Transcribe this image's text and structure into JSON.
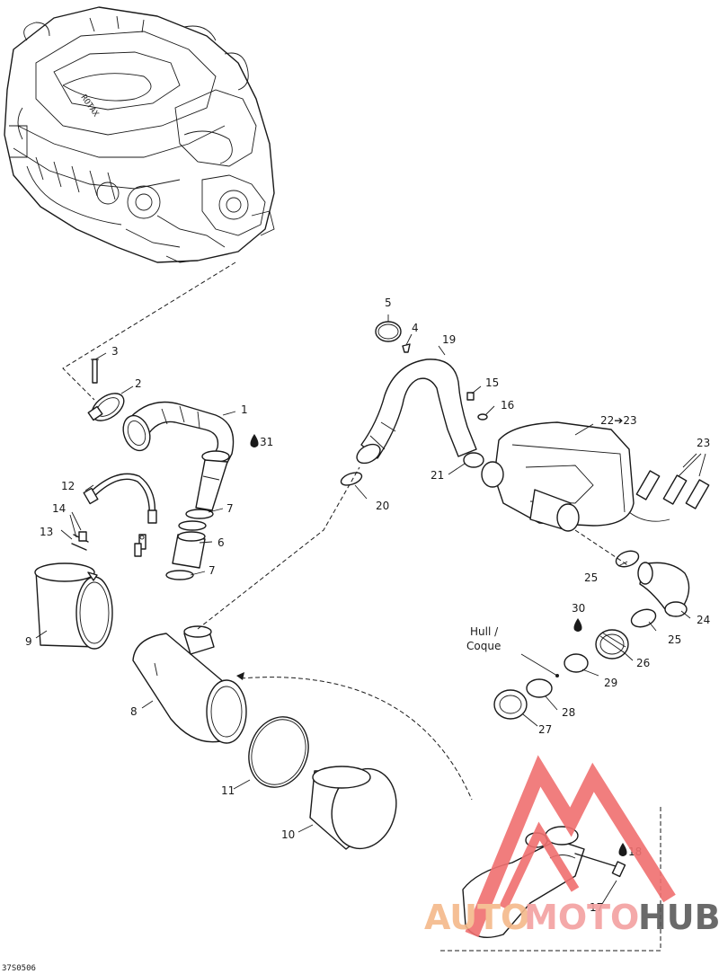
{
  "callouts": {
    "c1": "1",
    "c2": "2",
    "c3": "3",
    "c4": "4",
    "c5": "5",
    "c6": "6",
    "c7a": "7",
    "c7b": "7",
    "c8": "8",
    "c9": "9",
    "c10": "10",
    "c11": "11",
    "c12": "12",
    "c13": "13",
    "c14": "14",
    "c15": "15",
    "c16": "16",
    "c17": "17",
    "c18": "18",
    "c19": "19",
    "c20": "20",
    "c21": "21",
    "c22": "22➔23",
    "c23": "23",
    "c24": "24",
    "c25a": "25",
    "c25b": "25",
    "c26": "26",
    "c27": "27",
    "c28": "28",
    "c29": "29",
    "c30": "30",
    "c31": "31"
  },
  "hull_label": {
    "line1": "Hull /",
    "line2": "Coque"
  },
  "reference_code": "37S0506",
  "watermark": {
    "auto": "AUTO",
    "moto": "MOTO",
    "hub": "HUB",
    "colors": {
      "auto": "#f5b98a",
      "moto": "#f3a0a0",
      "hub": "#5a5a5a",
      "triangle": "#f07070"
    }
  },
  "icons": {
    "sealant": "drop-icon",
    "engine": "engine-illustration"
  }
}
